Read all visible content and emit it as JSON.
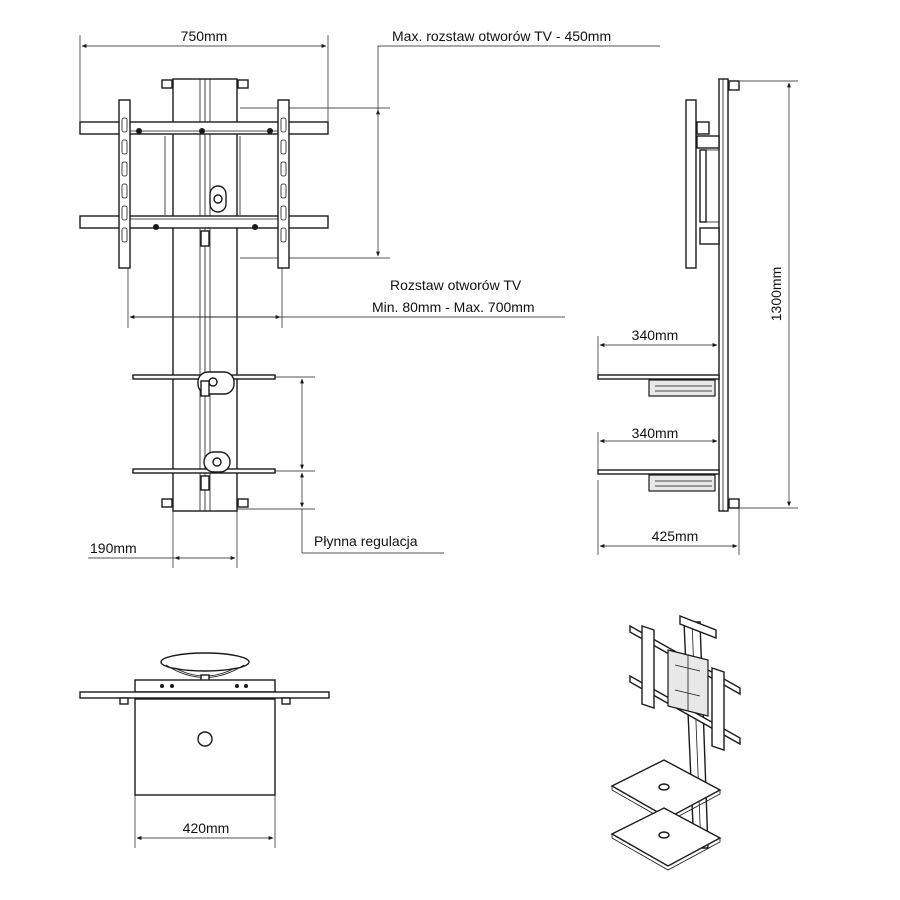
{
  "labels": {
    "width_750": "750mm",
    "max_hole_spacing": "Max. rozstaw otworów TV - 450mm",
    "hole_spacing_title": "Rozstaw otworów TV",
    "hole_spacing_range": "Min. 80mm - Max. 700mm",
    "post_width": "190mm",
    "smooth_adjust": "Płynna regulacja",
    "shelf_depth_top": "340mm",
    "shelf_depth_bottom": "340mm",
    "total_depth": "425mm",
    "height_1300": "1300mm",
    "shelf_width": "420mm"
  }
}
